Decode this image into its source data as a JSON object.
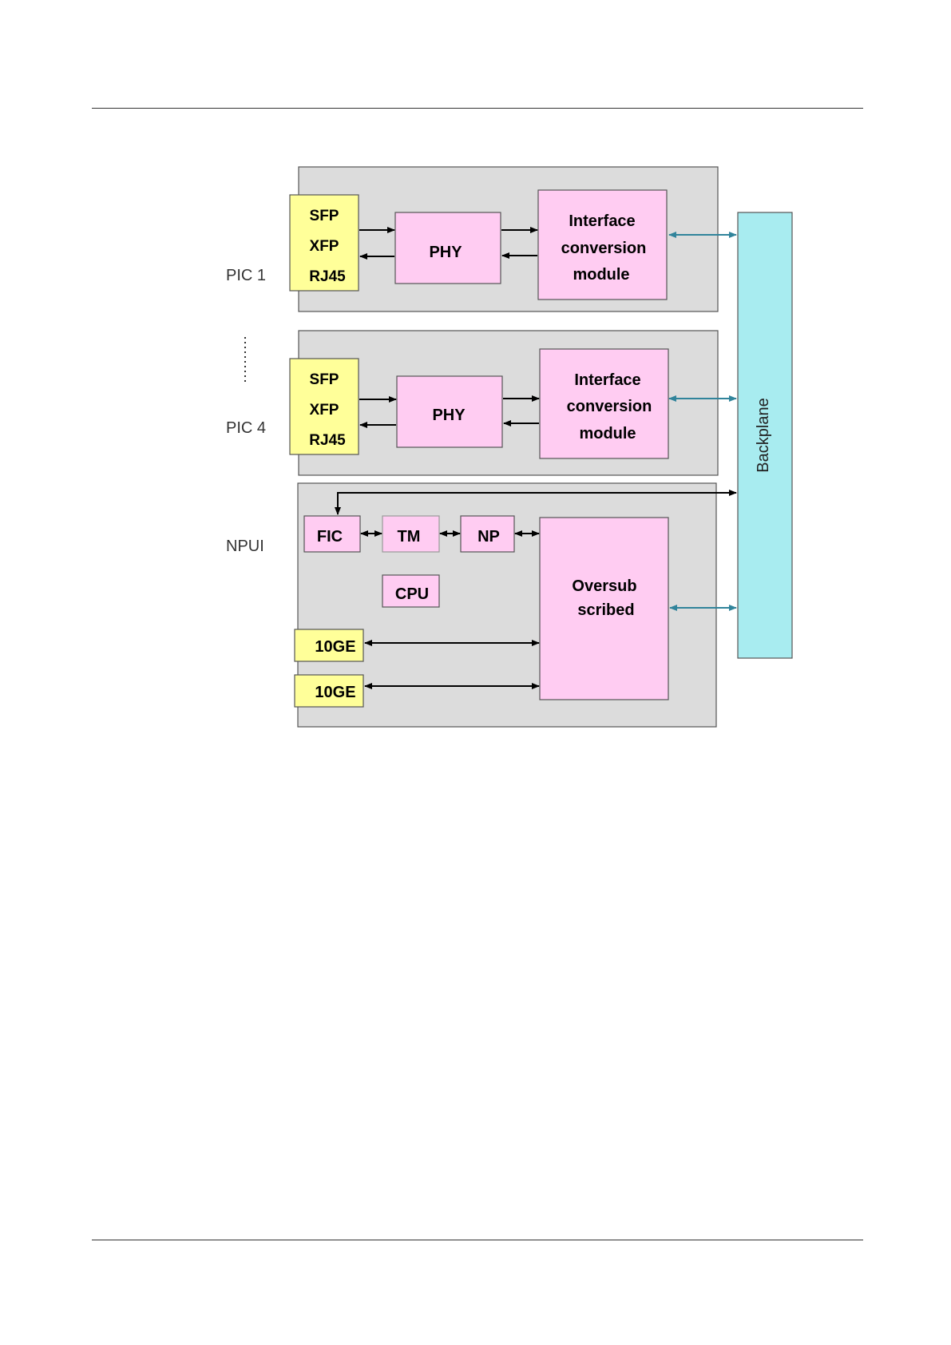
{
  "colors": {
    "section_fill": "#dcdcdc",
    "port_fill": "#ffff99",
    "module_fill": "#ffccf2",
    "backplane_fill": "#a8ecf0",
    "connector_black": "#000000",
    "connector_teal": "#31849b"
  },
  "labels": {
    "pic1": "PIC 1",
    "pic4": "PIC 4",
    "npui": "NPUI"
  },
  "pic1": {
    "port_lines": [
      "SFP",
      "XFP",
      "RJ45"
    ],
    "phy": "PHY",
    "interface_lines": [
      "Interface",
      "conversion",
      "module"
    ]
  },
  "pic4": {
    "port_lines": [
      "SFP",
      "XFP",
      "RJ45"
    ],
    "phy": "PHY",
    "interface_lines": [
      "Interface",
      "conversion",
      "module"
    ]
  },
  "npui": {
    "fic": "FIC",
    "tm": "TM",
    "np": "NP",
    "cpu": "CPU",
    "port_a": "10GE",
    "port_b": "10GE",
    "oversub_lines": [
      "Oversub",
      "scribed"
    ]
  },
  "backplane": "Backplane"
}
